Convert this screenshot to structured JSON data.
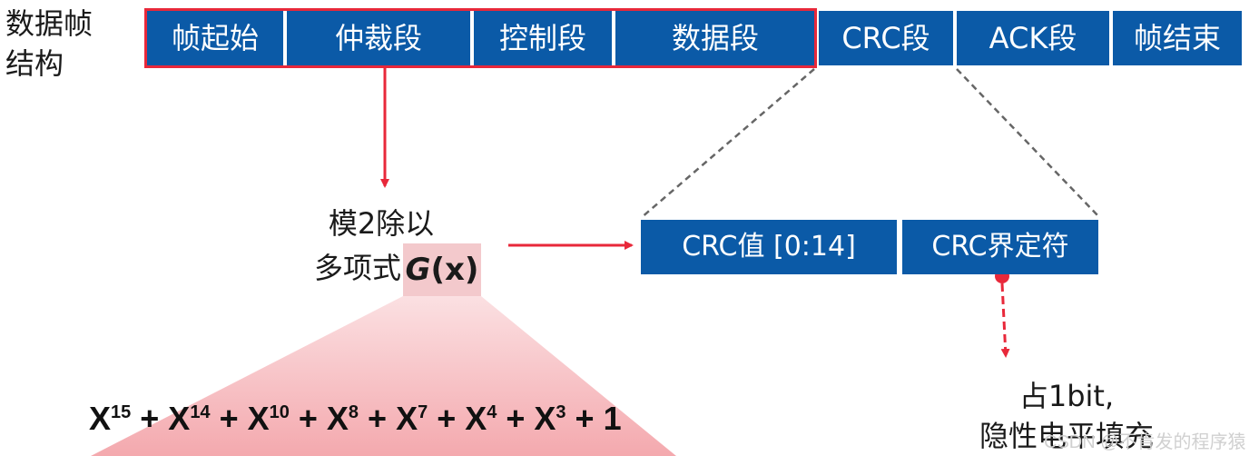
{
  "frame_label": [
    "数据帧",
    "结构"
  ],
  "segments": [
    "帧起始",
    "仲裁段",
    "控制段",
    "数据段",
    "CRC段",
    "ACK段",
    "帧结束"
  ],
  "operation_label": [
    "模2除以",
    "多项式"
  ],
  "gx_label": "G",
  "gx_suffix": "(x)",
  "crc_fields": [
    "CRC值 [0:14]",
    "CRC界定符"
  ],
  "polynomial": {
    "terms": [
      {
        "base": "X",
        "exp": "15"
      },
      {
        "base": "X",
        "exp": "14"
      },
      {
        "base": "X",
        "exp": "10"
      },
      {
        "base": "X",
        "exp": "8"
      },
      {
        "base": "X",
        "exp": "7"
      },
      {
        "base": "X",
        "exp": "4"
      },
      {
        "base": "X",
        "exp": "3"
      }
    ],
    "constant": "1"
  },
  "note": [
    "占1bit,",
    "隐性电平填充"
  ],
  "watermark": "CSDN @不肯发的程序猿",
  "colors": {
    "segment_blue": "#0b5aa7",
    "highlight_red": "#e8283a",
    "gx_pink": "#f3c9cc",
    "triangle_pink": "#f6b2b6"
  }
}
